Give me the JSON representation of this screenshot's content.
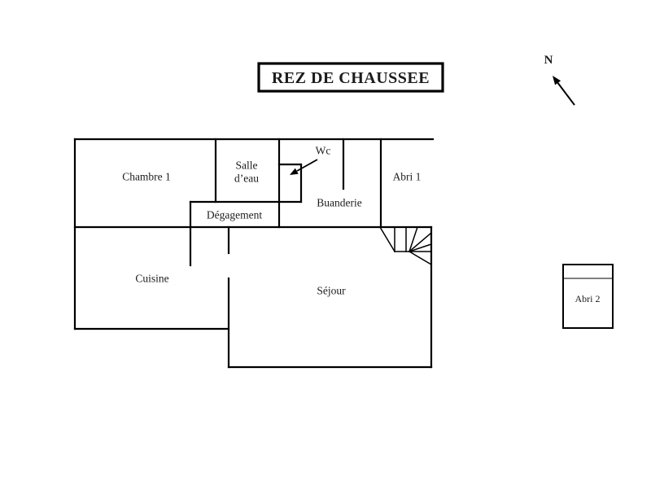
{
  "title": "REZ DE CHAUSSEE",
  "compass": {
    "label": "N"
  },
  "rooms": {
    "chambre1": "Chambre 1",
    "salle_eau_line1": "Salle",
    "salle_eau_line2": "d’eau",
    "wc": "Wc",
    "buanderie": "Buanderie",
    "abri1": "Abri 1",
    "degagement": "Dégagement",
    "cuisine": "Cuisine",
    "sejour": "Séjour",
    "abri2": "Abri 2"
  },
  "colors": {
    "line": "#000000",
    "text": "#1c1c1c",
    "background": "#ffffff"
  }
}
